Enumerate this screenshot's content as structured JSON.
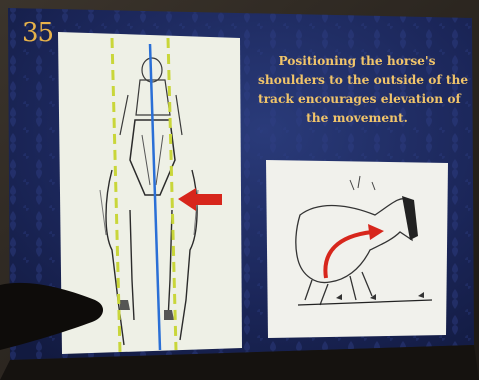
{
  "slide": {
    "number": "35",
    "caption_lines": [
      "Positioning the horse's",
      "shoulders to the outside of the",
      "track encourages elevation of",
      "the movement."
    ]
  },
  "colors": {
    "slide_background": "#1d2a5c",
    "caption_text": "#f0c46a",
    "slide_number": "#e7b24a",
    "arrow_red": "#d7261c",
    "guide_line_blue": "#2a6fd6",
    "guide_line_yellow": "#c9d63a"
  },
  "icons": {
    "left_illustration": "horse-and-rider-front-view-sketch",
    "right_illustration": "horse-side-view-sketch",
    "arrow_left": "red-arrow-pointing-left",
    "arrow_curved": "red-curved-arrow"
  }
}
